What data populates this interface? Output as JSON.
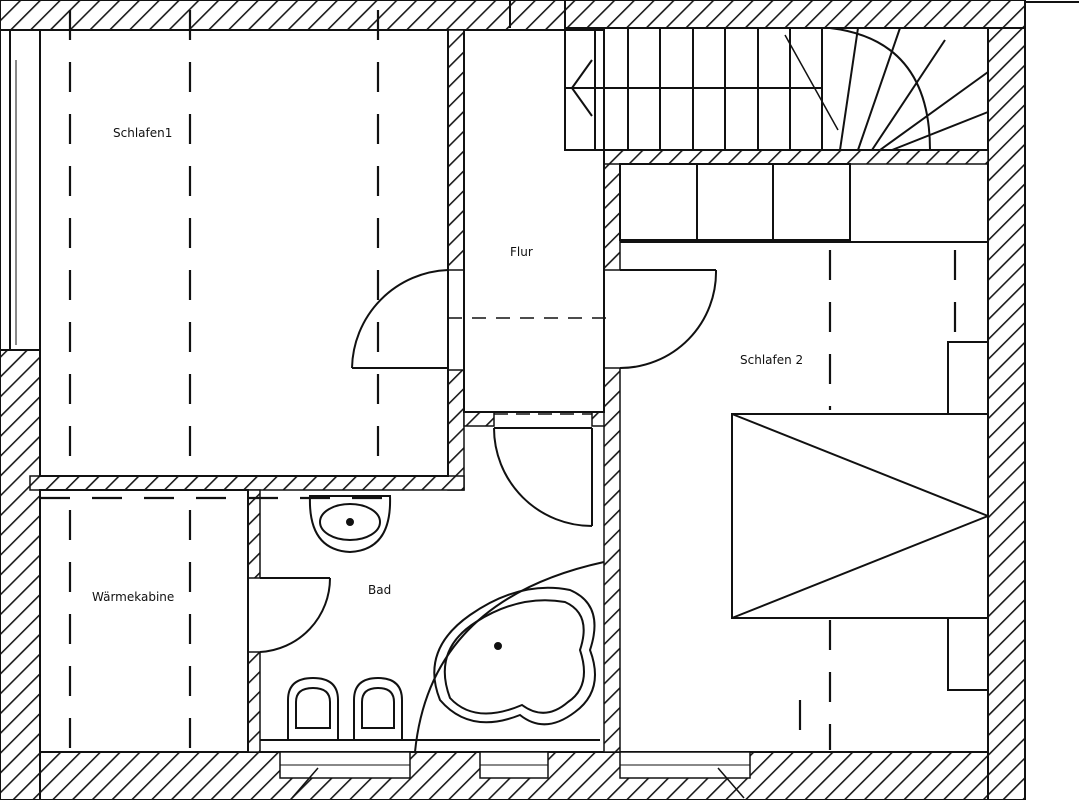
{
  "rooms": {
    "schlafen1": "Schlafen1",
    "flur": "Flur",
    "schlafen2": "Schlafen 2",
    "waermekabine": "Wärmekabine",
    "bad": "Bad"
  }
}
